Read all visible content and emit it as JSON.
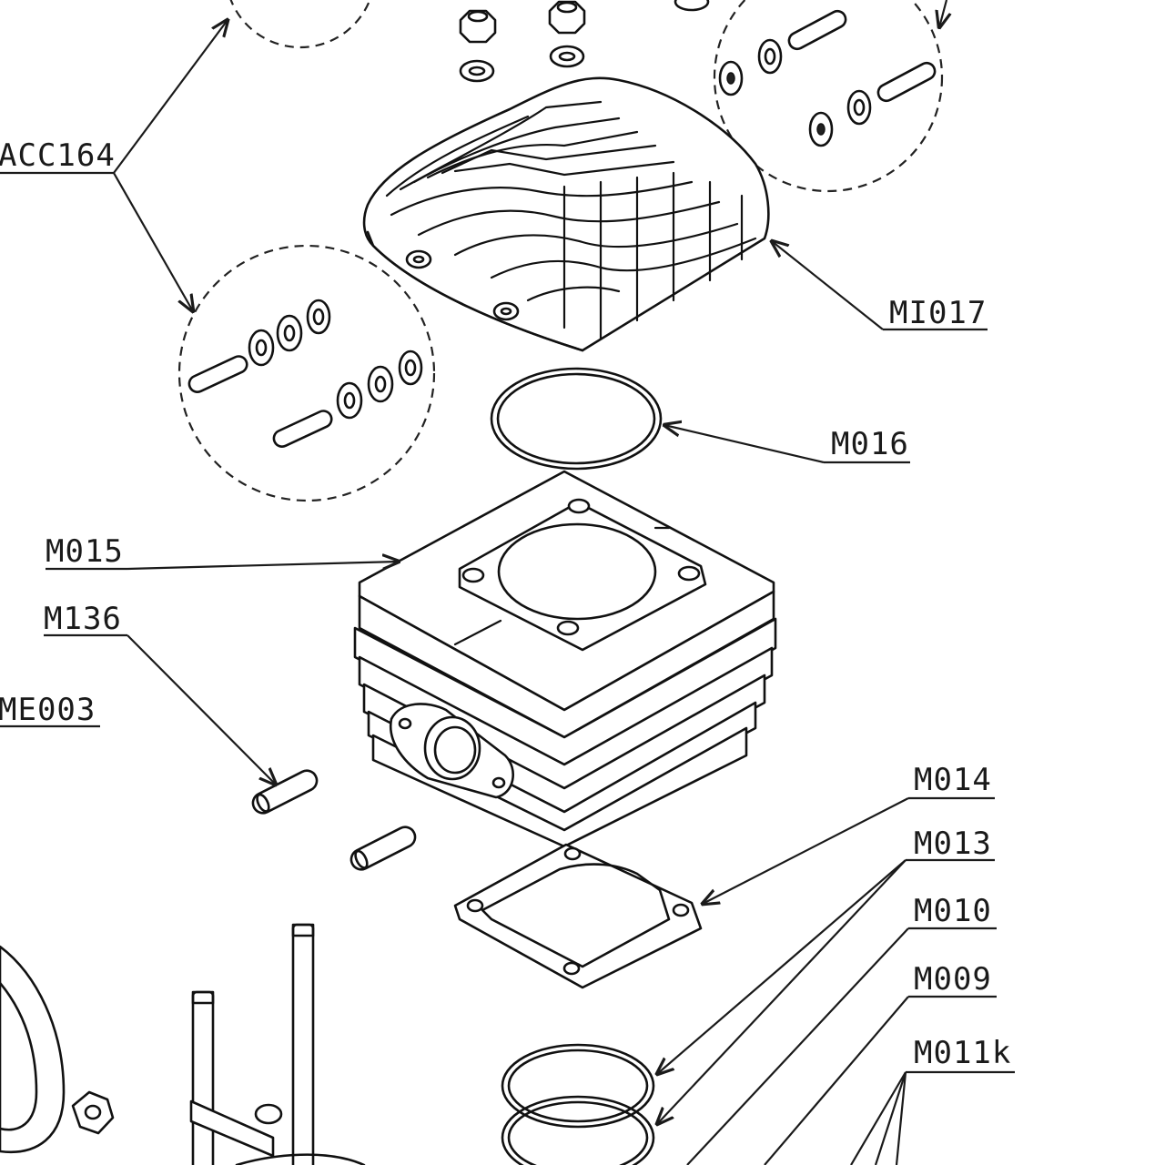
{
  "labels": {
    "acc164": "ACC164",
    "mi017": "MI017",
    "m016": "M016",
    "m015": "M015",
    "m136": "M136",
    "me003": "ME003",
    "m014": "M014",
    "m013": "M013",
    "m010": "M010",
    "m009": "M009",
    "m011k": "M011k"
  }
}
